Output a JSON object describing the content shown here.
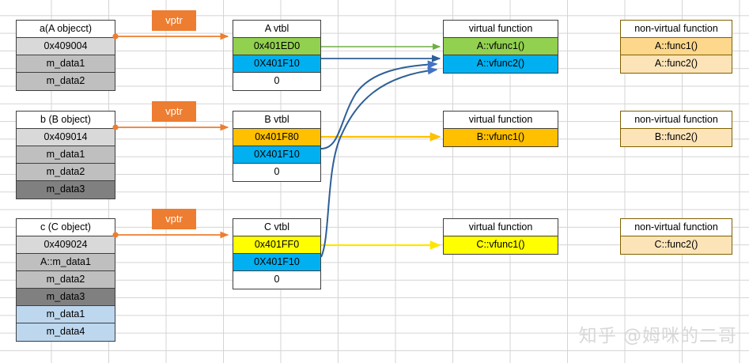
{
  "watermark": "知乎 @姆咪的二哥",
  "vptr_label": "vptr",
  "headers": {
    "virtual_function": "virtual function",
    "non_virtual_function": "non-virtual function"
  },
  "colors": {
    "vptr_orange": "#ed7d31",
    "arrow_orange": "#ed7d31",
    "arrow_green": "#70ad47",
    "arrow_blue_dark": "#1f4e79",
    "arrow_blue_mid": "#4472c4",
    "arrow_amber": "#ffc000",
    "arrow_yellow": "#ffff00",
    "a_vfunc1": "#92d050",
    "a_vfunc2": "#00b0f0",
    "b_vfunc1": "#ffc000",
    "c_vfunc1": "#ffff00",
    "nonvirtual_tan": "#fcd78c",
    "object_gray_light": "#d9d9d9",
    "object_gray_mid": "#bfbfbf",
    "object_gray_dark": "#808080",
    "object_blue_light": "#bdd7ee"
  },
  "objects": [
    {
      "id": "a",
      "title": "a(A objecct)",
      "rows": [
        {
          "text": "0x409004",
          "fill": "gray-l"
        },
        {
          "text": "m_data1",
          "fill": "gray-m"
        },
        {
          "text": "m_data2",
          "fill": "gray-m"
        }
      ]
    },
    {
      "id": "b",
      "title": "b (B object)",
      "rows": [
        {
          "text": "0x409014",
          "fill": "gray-l"
        },
        {
          "text": "m_data1",
          "fill": "gray-m"
        },
        {
          "text": "m_data2",
          "fill": "gray-m"
        },
        {
          "text": "m_data3",
          "fill": "gray-d"
        }
      ]
    },
    {
      "id": "c",
      "title": "c (C object)",
      "rows": [
        {
          "text": "0x409024",
          "fill": "gray-l"
        },
        {
          "text": "A::m_data1",
          "fill": "gray-m"
        },
        {
          "text": "m_data2",
          "fill": "gray-m"
        },
        {
          "text": "m_data3",
          "fill": "gray-d"
        },
        {
          "text": "m_data1",
          "fill": "blue-l"
        },
        {
          "text": "m_data4",
          "fill": "blue-l"
        }
      ]
    }
  ],
  "vtables": [
    {
      "id": "a-vtbl",
      "title": "A vtbl",
      "rows": [
        {
          "text": "0x401ED0",
          "fill": "green"
        },
        {
          "text": "0X401F10",
          "fill": "cyan"
        },
        {
          "text": "0",
          "fill": "zero"
        }
      ]
    },
    {
      "id": "b-vtbl",
      "title": "B vtbl",
      "rows": [
        {
          "text": "0x401F80",
          "fill": "amber"
        },
        {
          "text": "0X401F10",
          "fill": "cyan"
        },
        {
          "text": "0",
          "fill": "zero"
        }
      ]
    },
    {
      "id": "c-vtbl",
      "title": "C vtbl",
      "rows": [
        {
          "text": "0x401FF0",
          "fill": "yellow"
        },
        {
          "text": "0X401F10",
          "fill": "cyan"
        },
        {
          "text": "0",
          "fill": "zero"
        }
      ]
    }
  ],
  "virtual_function_tables": [
    {
      "id": "a-virt",
      "title": "virtual function",
      "rows": [
        {
          "text": "A::vfunc1()",
          "fill": "green"
        },
        {
          "text": "A::vfunc2()",
          "fill": "cyan"
        }
      ]
    },
    {
      "id": "b-virt",
      "title": "virtual function",
      "rows": [
        {
          "text": "B::vfunc1()",
          "fill": "amber"
        }
      ]
    },
    {
      "id": "c-virt",
      "title": "virtual function",
      "rows": [
        {
          "text": "C::vfunc1()",
          "fill": "yellow"
        }
      ]
    }
  ],
  "non_virtual_function_tables": [
    {
      "id": "a-nonvirt",
      "title": "non-virtual function",
      "rows": [
        {
          "text": "A::func1()",
          "fill": "tan"
        },
        {
          "text": "A::func2()",
          "fill": "tan-l"
        }
      ]
    },
    {
      "id": "b-nonvirt",
      "title": "non-virtual function",
      "rows": [
        {
          "text": "B::func2()",
          "fill": "tan-l"
        }
      ]
    },
    {
      "id": "c-nonvirt",
      "title": "non-virtual function",
      "rows": [
        {
          "text": "C::func2()",
          "fill": "tan-l"
        }
      ]
    }
  ]
}
